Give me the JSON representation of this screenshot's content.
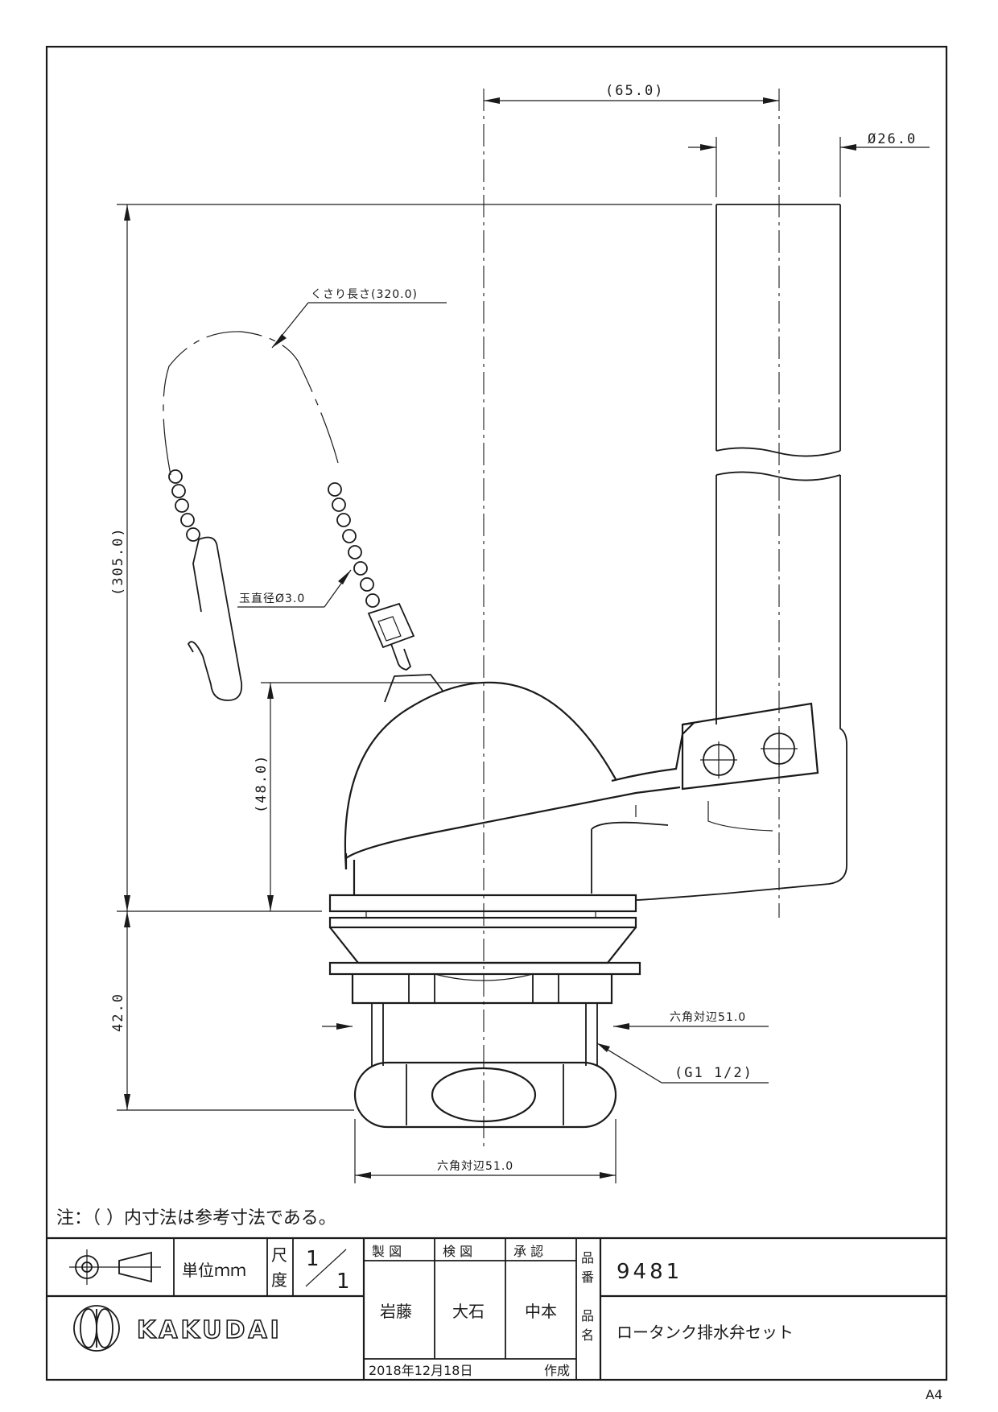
{
  "drawing": {
    "dimensions": {
      "width_65": "(65.0)",
      "dia_26": "Ø26.0",
      "chain_length": "くさり長さ(320.0)",
      "height_305": "(305.0)",
      "ball_dia": "玉直径Ø3.0",
      "height_48": "(48.0)",
      "height_42": "42.0",
      "hex_top": "六角対辺51.0",
      "thread": "(G1 1/2)",
      "hex_bottom": "六角対辺51.0"
    },
    "note": "注：（ ）内寸法は参考寸法である。"
  },
  "title_block": {
    "unit_label": "単位ｍｍ",
    "scale_label_1": "尺",
    "scale_label_2": "度",
    "scale_num": "1",
    "scale_den": "1",
    "drawn_label": "製 図",
    "checked_label": "検 図",
    "approved_label": "承 認",
    "drawn_by": "岩藤",
    "checked_by": "大石",
    "approved_by": "中本",
    "date": "2018年12月18日",
    "created_label": "作成",
    "part_no_label_1": "品",
    "part_no_label_2": "番",
    "part_no": "9481",
    "part_name_label_1": "品",
    "part_name_label_2": "名",
    "part_name": "ロータンク排水弁セット",
    "company": "KAKUDAI",
    "sheet_size": "A4"
  }
}
